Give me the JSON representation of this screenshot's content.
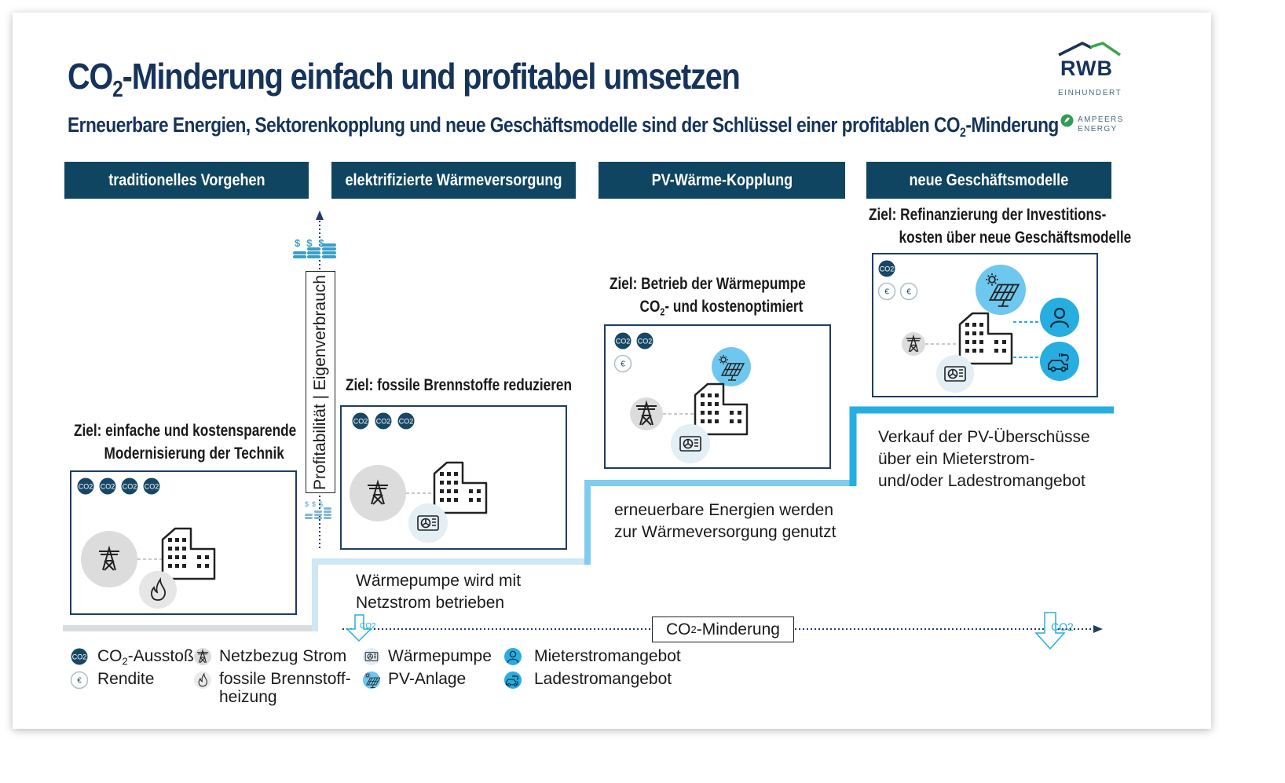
{
  "title": {
    "pre": "CO",
    "sub": "2",
    "post": "-Minderung einfach und profitabel umsetzen"
  },
  "subtitle": {
    "pre": "Erneuerbare Energien, Sektorenkopplung und neue Geschäftsmodelle sind der Schlüssel einer profitablen CO",
    "sub": "2",
    "post": "-Minderung"
  },
  "logos": {
    "rwb": "RWB",
    "einhundert": "EINHUNDERT",
    "ampeers_1": "AMPEERS",
    "ampeers_2": "ENERGY"
  },
  "stages": [
    {
      "header": "traditionelles Vorgehen",
      "goal_1": "Ziel: einfache und kostensparende",
      "goal_2": "Modernisierung der Technik"
    },
    {
      "header": "elektrifizierte Wärmeversorgung",
      "goal_1": "Ziel: fossile Brennstoffe reduzieren",
      "desc_1": "Wärmepumpe wird mit",
      "desc_2": "Netzstrom betrieben"
    },
    {
      "header": "PV-Wärme-Kopplung",
      "goal_1": "Ziel: Betrieb der Wärmepumpe",
      "goal_2_pre": "CO",
      "goal_2_sub": "2",
      "goal_2_post": "- und kostenoptimiert",
      "desc_1": "erneuerbare Energien werden",
      "desc_2": "zur Wärmeversorgung genutzt"
    },
    {
      "header": "neue Geschäftsmodelle",
      "goal_1": "Ziel: Refinanzierung der Investitions-",
      "goal_2": "kosten über neue Geschäftsmodelle",
      "desc_1": "Verkauf der PV-Überschüsse",
      "desc_2": "über ein Mieterstrom-",
      "desc_3": "und/oder Ladestromangebot"
    }
  ],
  "axis": {
    "vertical_label": "Profitabilität | Eigenverbrauch",
    "co2_pre": "CO",
    "co2_sub": "2",
    "co2_post": "-Minderung",
    "co2_icon_label": "CO2"
  },
  "badges": {
    "co2": "CO2",
    "euro": "€"
  },
  "legend": [
    {
      "pre": "CO",
      "sub": "2",
      "post": "-Ausstoß"
    },
    {
      "text": "Rendite"
    },
    {
      "text": "Netzbezug Strom"
    },
    {
      "text": "fossile Brennstoff-",
      "text2": "heizung"
    },
    {
      "text": "Wärmepumpe"
    },
    {
      "text": "PV-Anlage"
    },
    {
      "text": "Mieterstromangebot"
    },
    {
      "text": "Ladestromangebot"
    }
  ],
  "colors": {
    "navy": "#0f4561",
    "title": "#16335b",
    "blue": "#27aee0",
    "light_blue": "#7fccef",
    "pale_blue": "#cfe7f4",
    "grey": "#d9dde1"
  }
}
